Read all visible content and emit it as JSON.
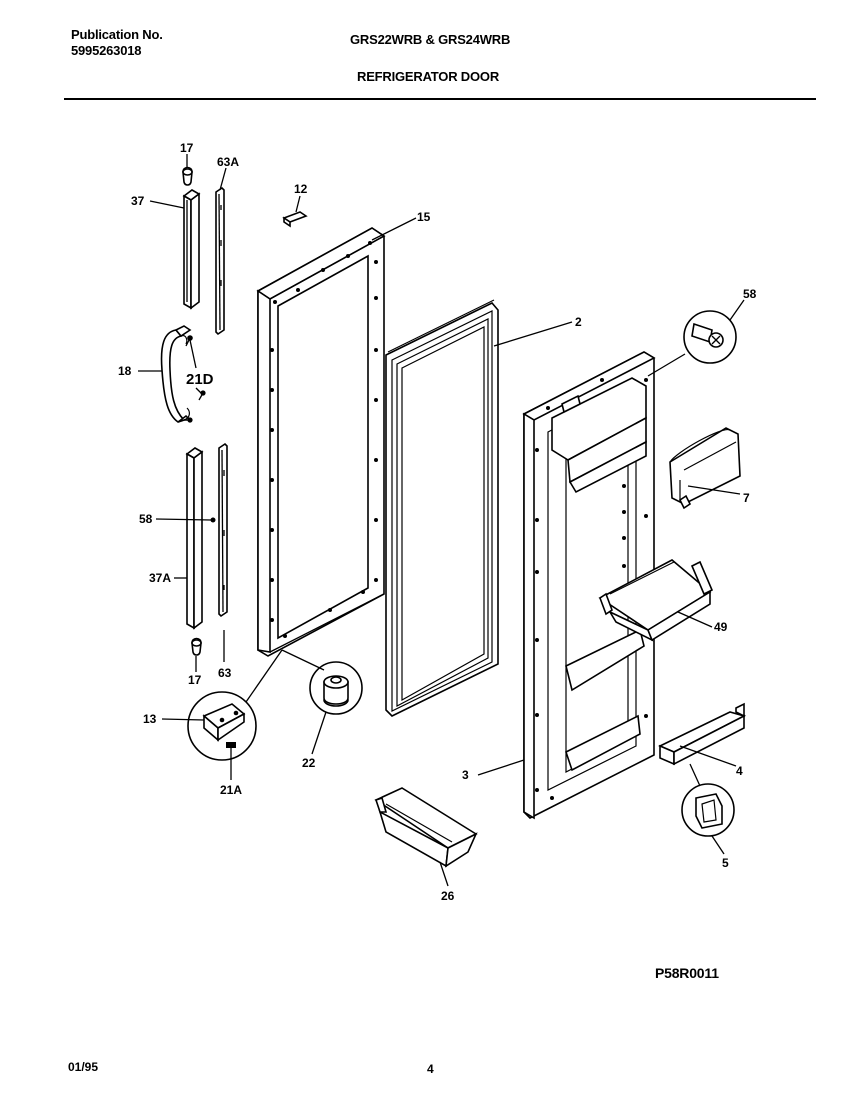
{
  "header": {
    "publication_label": "Publication No.",
    "publication_number": "5995263018",
    "models": "GRS22WRB & GRS24WRB",
    "section_title": "REFRIGERATOR DOOR"
  },
  "callouts": {
    "c17a": "17",
    "c63a": "63A",
    "c37": "37",
    "c12": "12",
    "c15": "15",
    "c58a": "58",
    "c2": "2",
    "c18": "18",
    "c21d": "21D",
    "c7": "7",
    "c58b": "58",
    "c37a": "37A",
    "c49": "49",
    "c17b": "17",
    "c63": "63",
    "c13": "13",
    "c22": "22",
    "c3": "3",
    "c4": "4",
    "c21a": "21A",
    "c5": "5",
    "c26": "26"
  },
  "figure_code": "P58R0011",
  "footer": {
    "date": "01/95",
    "page": "4"
  }
}
